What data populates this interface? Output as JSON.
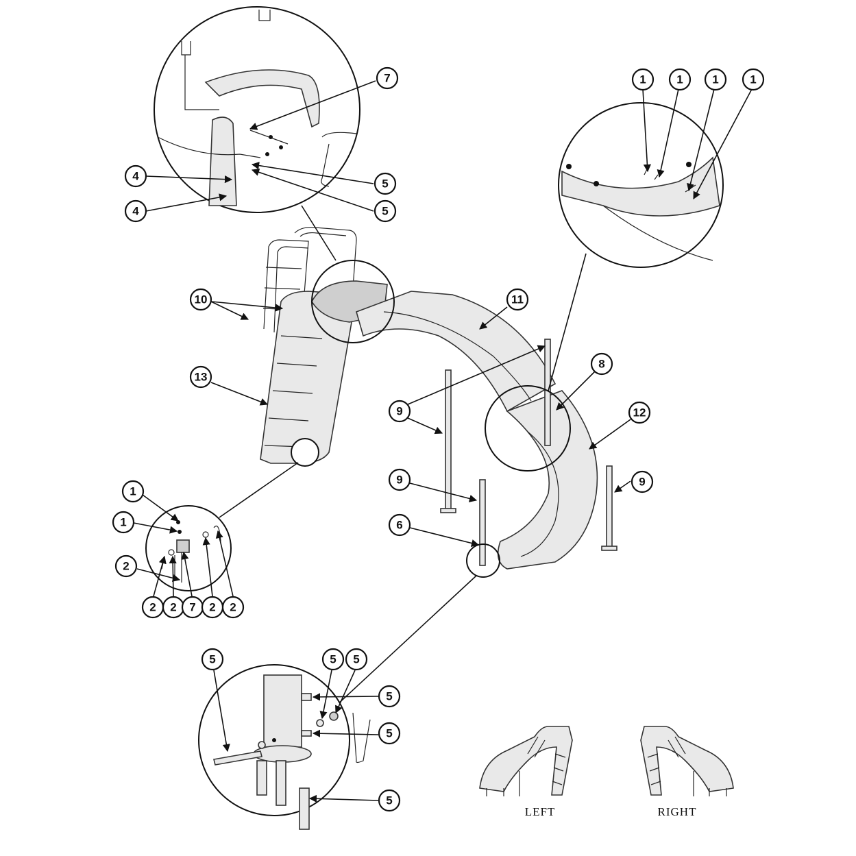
{
  "callouts": [
    {
      "id": "c7a",
      "label": "7"
    },
    {
      "id": "c4a",
      "label": "4"
    },
    {
      "id": "c4b",
      "label": "4"
    },
    {
      "id": "c5a",
      "label": "5"
    },
    {
      "id": "c5b",
      "label": "5"
    },
    {
      "id": "c1a",
      "label": "1"
    },
    {
      "id": "c1b",
      "label": "1"
    },
    {
      "id": "c1c",
      "label": "1"
    },
    {
      "id": "c1d",
      "label": "1"
    },
    {
      "id": "c10",
      "label": "10"
    },
    {
      "id": "c11",
      "label": "11"
    },
    {
      "id": "c13",
      "label": "13"
    },
    {
      "id": "c8",
      "label": "8"
    },
    {
      "id": "c9a",
      "label": "9"
    },
    {
      "id": "c12",
      "label": "12"
    },
    {
      "id": "c9b",
      "label": "9"
    },
    {
      "id": "c9c",
      "label": "9"
    },
    {
      "id": "c6",
      "label": "6"
    },
    {
      "id": "c1e",
      "label": "1"
    },
    {
      "id": "c1f",
      "label": "1"
    },
    {
      "id": "c2a",
      "label": "2"
    },
    {
      "id": "c2b",
      "label": "2"
    },
    {
      "id": "c2c",
      "label": "2"
    },
    {
      "id": "c7b",
      "label": "7"
    },
    {
      "id": "c2d",
      "label": "2"
    },
    {
      "id": "c2e",
      "label": "2"
    },
    {
      "id": "c5c",
      "label": "5"
    },
    {
      "id": "c5d",
      "label": "5"
    },
    {
      "id": "c5e",
      "label": "5"
    },
    {
      "id": "c5f",
      "label": "5"
    },
    {
      "id": "c5g",
      "label": "5"
    },
    {
      "id": "c5h",
      "label": "5"
    }
  ],
  "captions": {
    "left": "LEFT",
    "right": "RIGHT"
  }
}
